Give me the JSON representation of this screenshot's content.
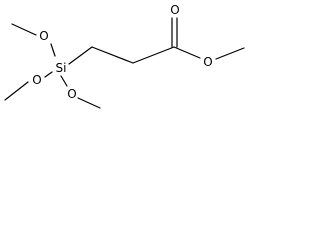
{
  "molecule": {
    "atoms": {
      "silicon": "Si",
      "oxygen_upper_methoxy": "O",
      "oxygen_left_methoxy": "O",
      "oxygen_lower_methoxy": "O",
      "oxygen_carbonyl": "O",
      "oxygen_ester": "O"
    }
  }
}
